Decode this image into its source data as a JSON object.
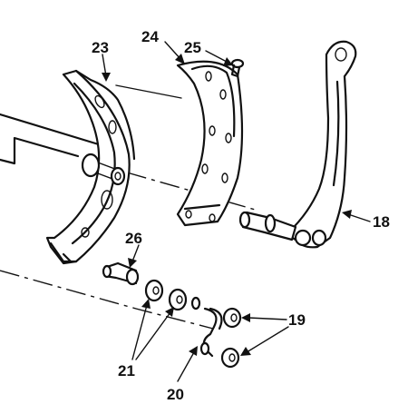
{
  "callouts": {
    "c18": "18",
    "c19": "19",
    "c20": "20",
    "c21": "21",
    "c23": "23",
    "c24": "24",
    "c25": "25",
    "c26": "26"
  }
}
